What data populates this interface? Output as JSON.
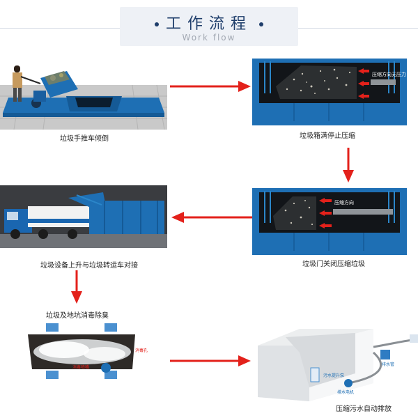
{
  "header": {
    "title": "工作流程",
    "subtitle": "Work flow"
  },
  "steps": [
    {
      "caption": "垃圾手推车倾倒"
    },
    {
      "caption": "垃圾箱满停止压缩",
      "label": "压缩方向无压力"
    },
    {
      "caption": "垃圾门关闭压缩垃圾",
      "label": "压缩方向"
    },
    {
      "caption": "垃圾设备上升与垃圾转运车对接"
    },
    {
      "caption": "垃圾及地坑消毒除臭",
      "label_right": "消毒孔",
      "label_bottom": "消毒喷嘴"
    },
    {
      "caption": "压缩污水自动排放",
      "label_pump": "污水提升泵",
      "label_motor": "排水电机",
      "label_pipe": "排水管"
    }
  ],
  "colors": {
    "title": "#1f3e6b",
    "arrow": "#e3211b",
    "equipment_blue": "#1e6fb4",
    "dark_bin": "#171a1e"
  }
}
